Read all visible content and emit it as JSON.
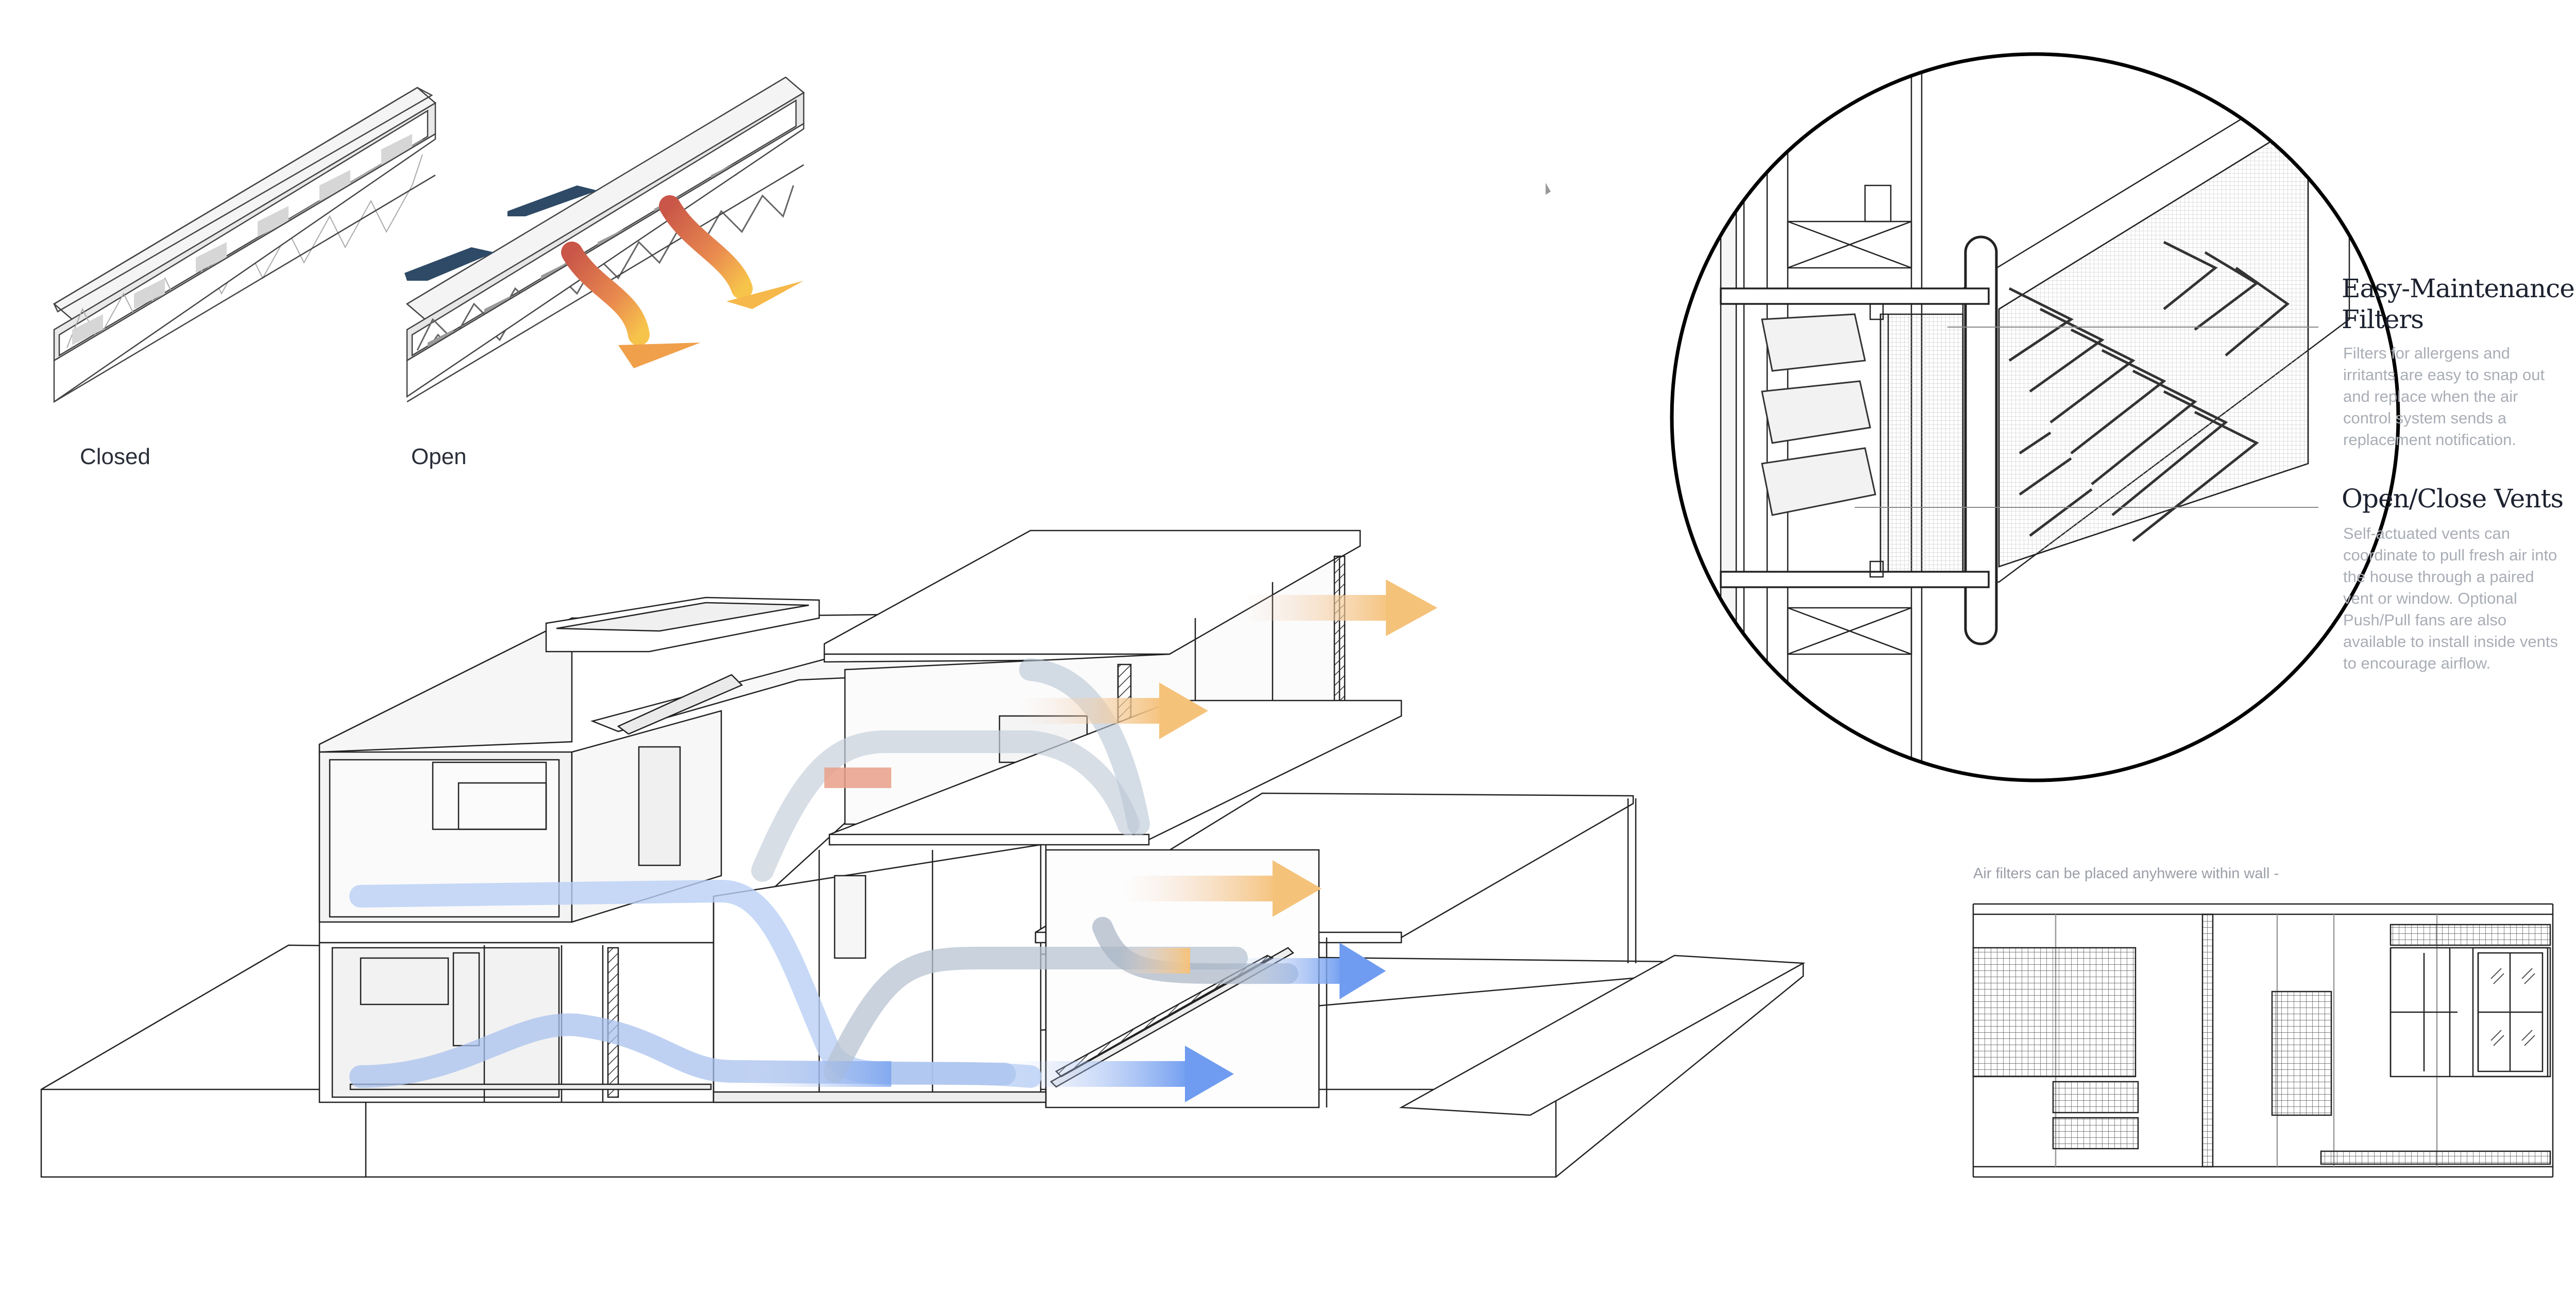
{
  "vent_states": {
    "closed_label": "Closed",
    "open_label": "Open"
  },
  "callouts": {
    "filters": {
      "title_line1": "Easy-Maintenance",
      "title_line2": "Filters",
      "body": "Filters for allergens and irritants are easy to snap out and replace when the air control system sends a replacement notification."
    },
    "vents": {
      "title": "Open/Close Vents",
      "body": "Self-actuated vents can coordinate to pull fresh air into the house through a paired vent or window. Optional Push/Pull fans are also available to install inside vents to encourage airflow."
    }
  },
  "wall_diagram": {
    "note": "Air filters can be placed anyhwere within wall -"
  },
  "colors": {
    "warm_air_start": "#d9604a",
    "warm_air_end": "#f5c24a",
    "cool_air": "#6f9cf0",
    "neutral_air": "#aeb9c6",
    "vent_flap": "#2e4a66",
    "line": "#222222"
  }
}
